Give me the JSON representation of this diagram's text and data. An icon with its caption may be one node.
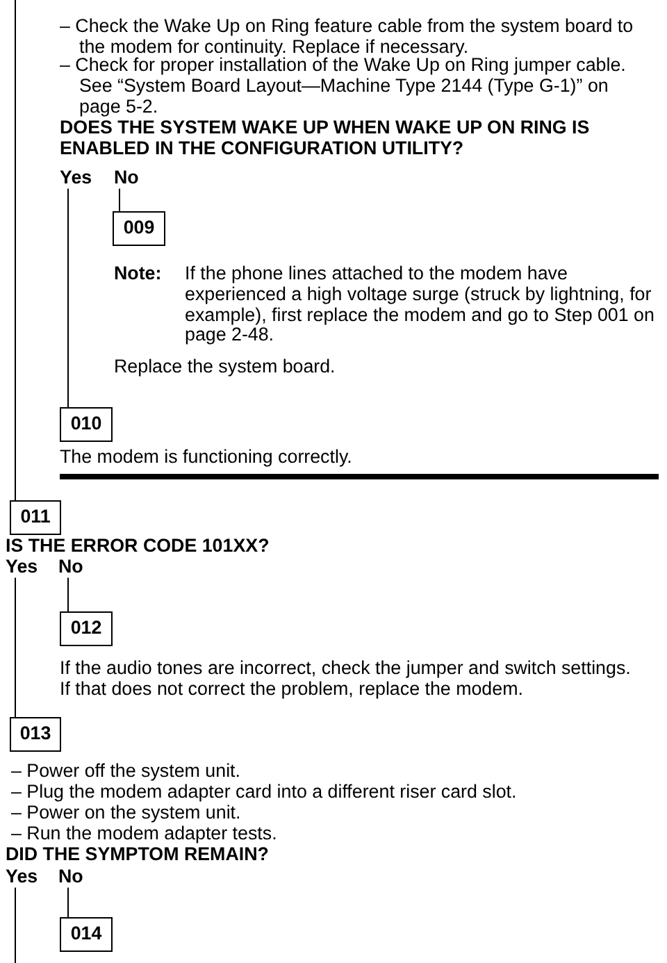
{
  "diagram": {
    "nodes": [
      {
        "text": [
          "Yes"
        ]
      },
      {
        "text": [
          "No"
        ]
      },
      {
        "text": [
          "009"
        ]
      },
      {
        "text": [
          "010"
        ]
      },
      {
        "text": [
          "011"
        ]
      },
      {
        "text": [
          "Yes"
        ]
      },
      {
        "text": [
          "No"
        ]
      },
      {
        "text": [
          "012"
        ]
      },
      {
        "text": [
          "013"
        ]
      },
      {
        "text": [
          "Yes"
        ]
      },
      {
        "text": [
          "No"
        ]
      },
      {
        "text": [
          "014"
        ]
      }
    ],
    "edges": [
      {
        "from": null,
        "to": 4,
        "arrow": "none"
      },
      {
        "from": 0,
        "to": 3,
        "arrow": "none"
      },
      {
        "from": 1,
        "to": 2,
        "arrow": "none"
      },
      {
        "from": 5,
        "to": 8,
        "arrow": "none"
      },
      {
        "from": 6,
        "to": 7,
        "arrow": "none"
      },
      {
        "from": 9,
        "to": null,
        "arrow": "none"
      },
      {
        "from": 10,
        "to": 11,
        "arrow": "none"
      }
    ],
    "labels": [
      "– Check the Wake Up on Ring feature cable from the system board to the modem for continuity. Replace if necessary.",
      "– Check for proper installation of the Wake Up on Ring jumper cable. See “System Board Layout—Machine Type 2144 (Type G-1)” on page 5-2.",
      "DOES THE SYSTEM WAKE UP WHEN WAKE UP ON RING IS ENABLED IN THE CONFIGURATION UTILITY?",
      "Note:",
      "If the phone lines attached to the modem have experienced a high voltage surge (struck by lightning, for example), first replace the modem and go to Step 001 on page 2-48.",
      "Replace the system board.",
      "The modem is functioning correctly.",
      "IS THE ERROR CODE 101XX?",
      "If the audio tones are incorrect, check the jumper and switch settings. If that does not correct the problem, replace the modem.",
      "– Power off the system unit.",
      "– Plug the modem adapter card into a different riser card slot.",
      "– Power on the system unit.",
      "– Run the modem adapter tests.",
      "DID THE SYMPTOM REMAIN?"
    ]
  }
}
